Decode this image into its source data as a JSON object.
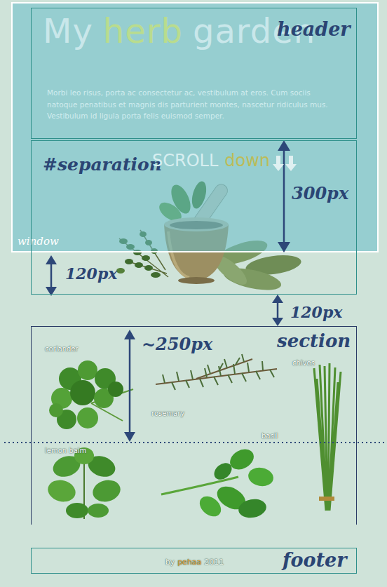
{
  "diagram": {
    "nodes": [
      {
        "text": [
          "window"
        ]
      },
      {
        "text": [
          "My",
          "herb",
          "garden",
          "Morbi leo risus, porta ac consectetur ac, vestibulum at eros. Cum sociis natoque penatibus et magnis dis parturient montes, nascetur ridiculus mus. Vestibulum id ligula porta felis euismod semper.",
          "header"
        ]
      },
      {
        "text": [
          "#separation",
          "SCROLL",
          "down"
        ]
      },
      {
        "text": [
          "section",
          "coriander",
          "rosemary",
          "chives",
          "lemon balm",
          "basil"
        ]
      },
      {
        "text": [
          "footer",
          "by",
          "pehaa",
          "2011"
        ]
      }
    ],
    "labels": [
      "300px",
      "120px",
      "120px",
      "~250px"
    ]
  }
}
